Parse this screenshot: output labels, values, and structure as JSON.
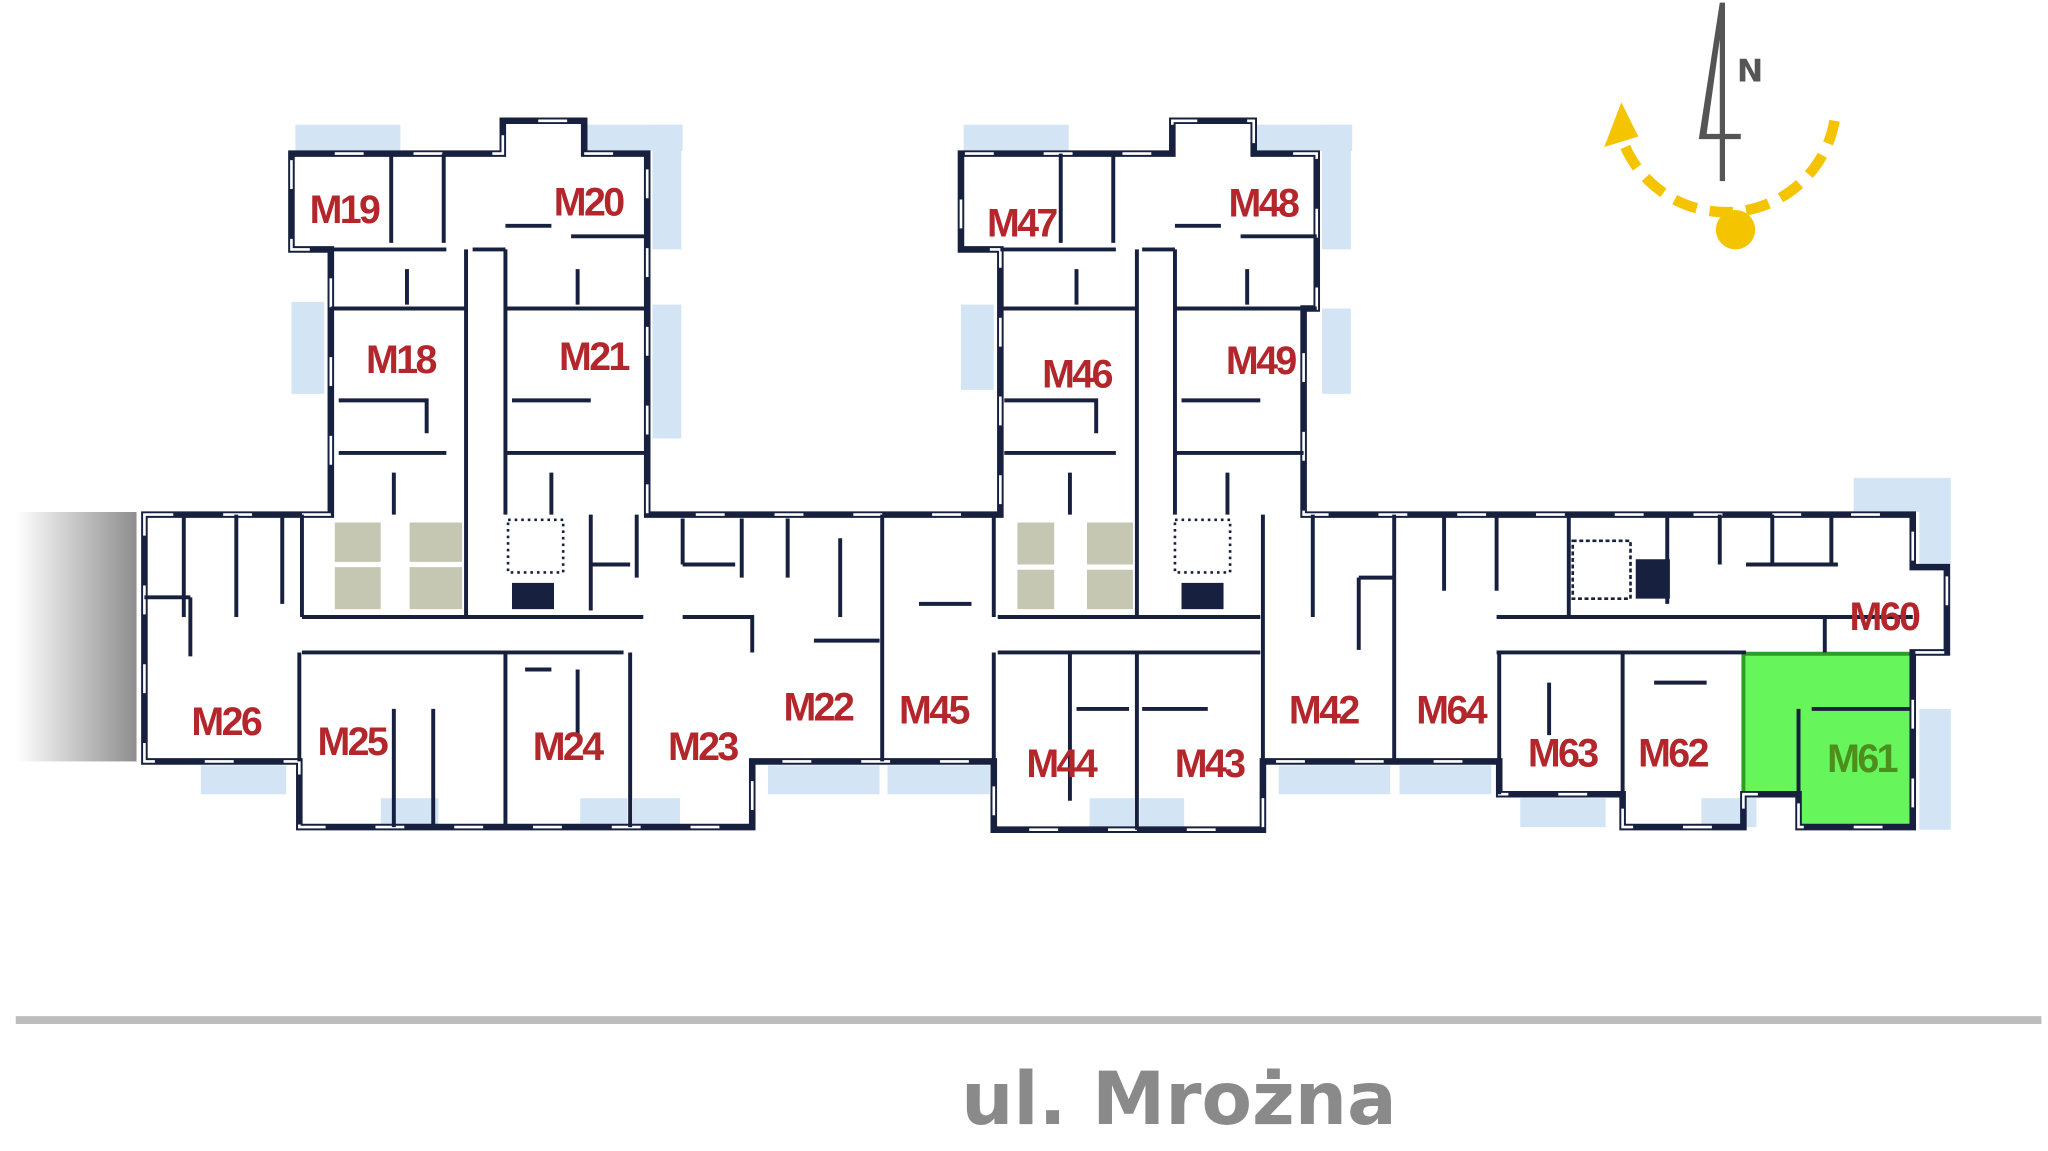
{
  "plan": {
    "units": {
      "M19": "M19",
      "M20": "M20",
      "M18": "M18",
      "M21": "M21",
      "M47": "M47",
      "M48": "M48",
      "M46": "M46",
      "M49": "M49",
      "M26": "M26",
      "M25": "M25",
      "M24": "M24",
      "M23": "M23",
      "M22": "M22",
      "M45": "M45",
      "M44": "M44",
      "M43": "M43",
      "M42": "M42",
      "M64": "M64",
      "M63": "M63",
      "M62": "M62",
      "M61": "M61",
      "M60": "M60"
    },
    "selected_unit": "M61",
    "colors": {
      "wall": "#18203f",
      "label": "#b3262b",
      "selected_fill": "#66f55a",
      "balcony": "#d3e5f4",
      "sun_path": "#f5c400"
    }
  },
  "compass": {
    "north_label": "N"
  },
  "street": {
    "name": "ul. Mrożna"
  }
}
